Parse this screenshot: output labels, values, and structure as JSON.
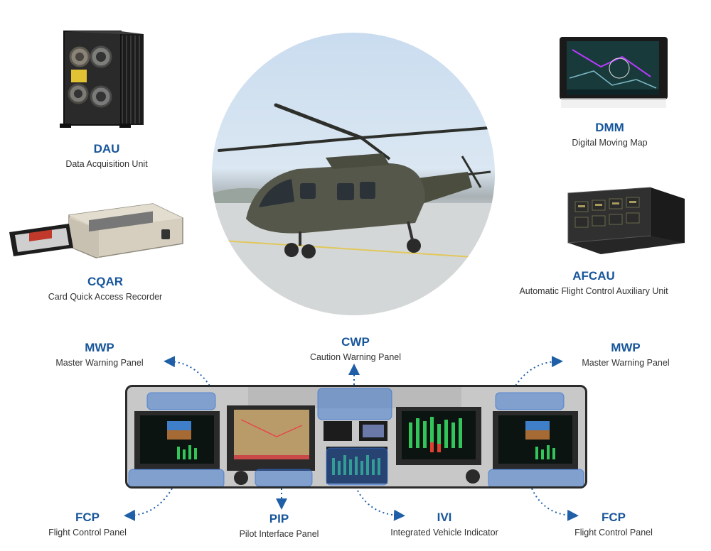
{
  "labels": {
    "dau": {
      "abbr": "DAU",
      "full": "Data Acquisition Unit"
    },
    "cqar": {
      "abbr": "CQAR",
      "full": "Card Quick Access Recorder"
    },
    "dmm": {
      "abbr": "DMM",
      "full": "Digital Moving Map"
    },
    "afcau": {
      "abbr": "AFCAU",
      "full": "Automatic Flight Control Auxiliary Unit"
    },
    "cwp": {
      "abbr": "CWP",
      "full": "Caution Warning Panel"
    },
    "mwp_left": {
      "abbr": "MWP",
      "full": "Master Warning Panel"
    },
    "mwp_right": {
      "abbr": "MWP",
      "full": "Master Warning Panel"
    },
    "fcp_left": {
      "abbr": "FCP",
      "full": "Flight Control Panel"
    },
    "fcp_right": {
      "abbr": "FCP",
      "full": "Flight Control Panel"
    },
    "pip": {
      "abbr": "PIP",
      "full": "Pilot Interface Panel"
    },
    "ivi": {
      "abbr": "IVI",
      "full": "Integrated Vehicle Indicator"
    }
  },
  "colors": {
    "label_accent": "#17569b",
    "highlight": "#2f6fd6",
    "connector": "#1f5fa8"
  },
  "icons": [
    "dau-unit-image",
    "cqar-unit-image",
    "dmm-display-image",
    "afcau-unit-image",
    "helicopter-photo",
    "cockpit-panel-image"
  ]
}
